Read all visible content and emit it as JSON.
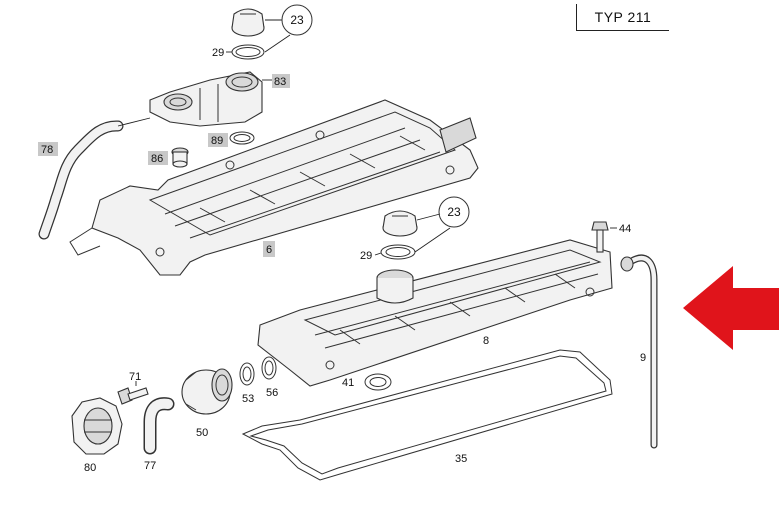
{
  "diagram": {
    "type_label": "TYP 211",
    "arrow_color": "#e0141b",
    "highlight_color": "#c8c8c8",
    "labels": {
      "p23a": "23",
      "p29a": "29",
      "p83": "83",
      "p78": "78",
      "p89": "89",
      "p86": "86",
      "p6": "6",
      "p23b": "23",
      "p29b": "29",
      "p44": "44",
      "p8": "8",
      "p9": "9",
      "p71": "71",
      "p53": "53",
      "p56": "56",
      "p41": "41",
      "p50": "50",
      "p80": "80",
      "p77": "77",
      "p35": "35"
    }
  }
}
